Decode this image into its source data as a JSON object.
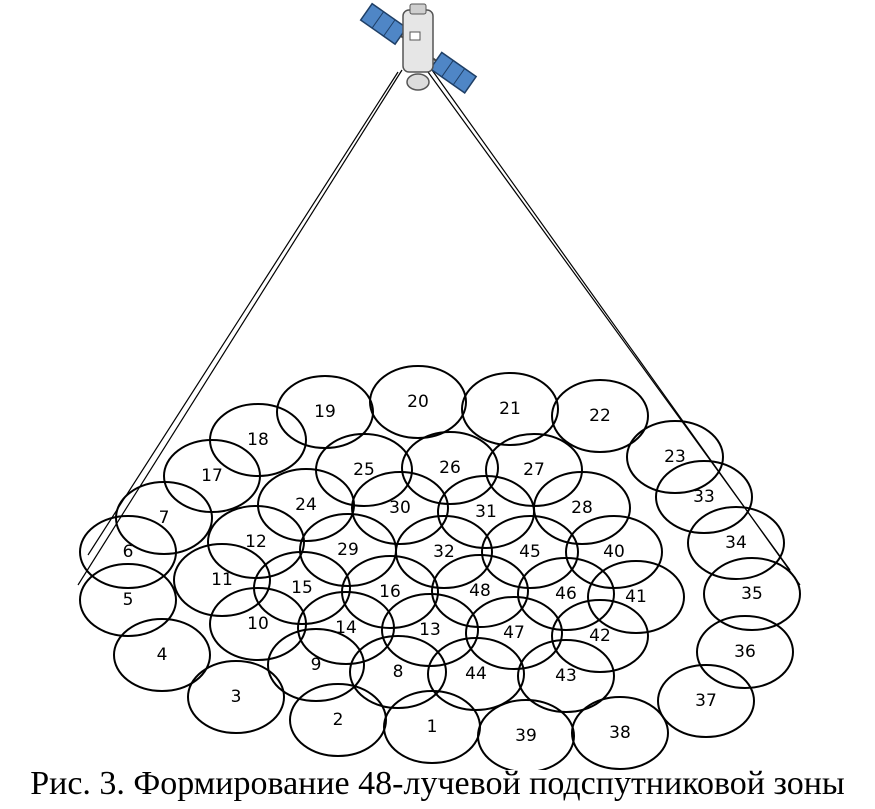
{
  "figure": {
    "caption": "Рис. 3. Формирование 48-лучевой подспутниковой зоны",
    "beams": [
      "1",
      "2",
      "3",
      "4",
      "5",
      "6",
      "7",
      "8",
      "9",
      "10",
      "11",
      "12",
      "13",
      "14",
      "15",
      "16",
      "17",
      "18",
      "19",
      "20",
      "21",
      "22",
      "23",
      "24",
      "25",
      "26",
      "27",
      "28",
      "29",
      "30",
      "31",
      "32",
      "33",
      "34",
      "35",
      "36",
      "37",
      "38",
      "39",
      "40",
      "41",
      "42",
      "43",
      "44",
      "45",
      "46",
      "47",
      "48"
    ]
  }
}
